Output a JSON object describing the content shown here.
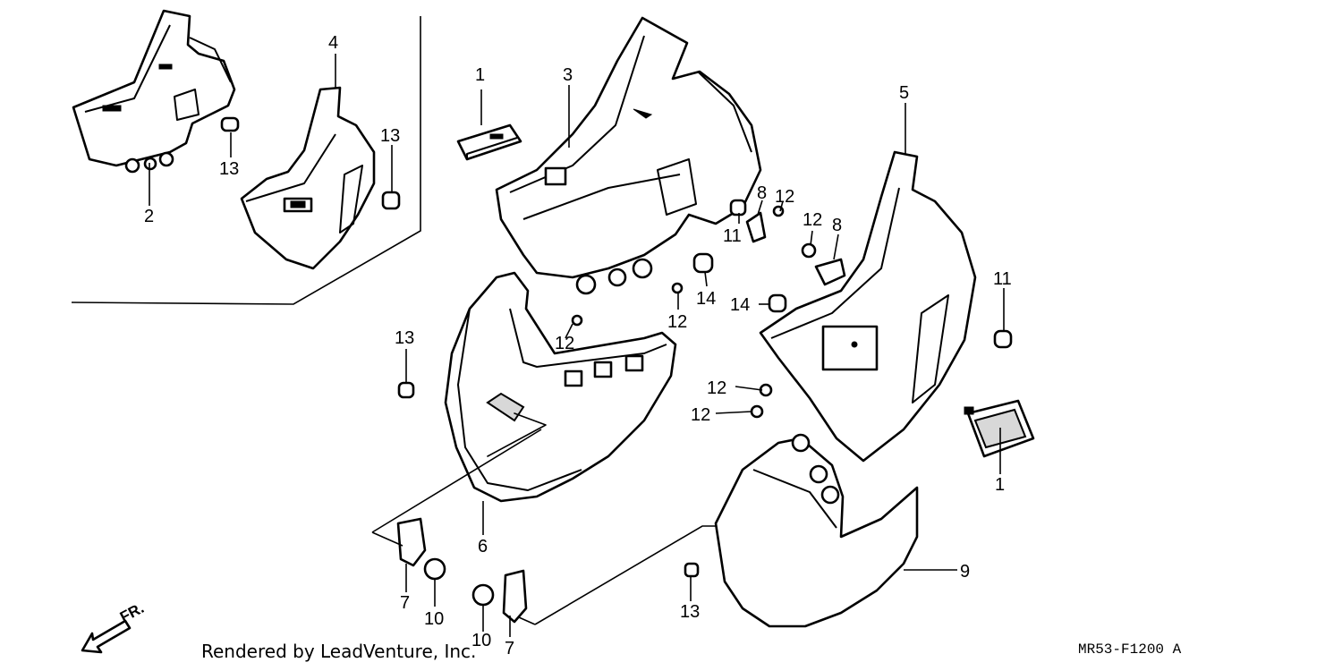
{
  "diagram": {
    "credit": "Rendered by LeadVenture, Inc.",
    "code": "MR53-F1200 A",
    "front_arrow_label": "FR.",
    "callouts": [
      {
        "id": "c1a",
        "label": "1"
      },
      {
        "id": "c1b",
        "label": "1"
      },
      {
        "id": "c2",
        "label": "2"
      },
      {
        "id": "c3",
        "label": "3"
      },
      {
        "id": "c4",
        "label": "4"
      },
      {
        "id": "c5",
        "label": "5"
      },
      {
        "id": "c6",
        "label": "6"
      },
      {
        "id": "c7a",
        "label": "7"
      },
      {
        "id": "c7b",
        "label": "7"
      },
      {
        "id": "c8a",
        "label": "8"
      },
      {
        "id": "c8b",
        "label": "8"
      },
      {
        "id": "c9",
        "label": "9"
      },
      {
        "id": "c10a",
        "label": "10"
      },
      {
        "id": "c10b",
        "label": "10"
      },
      {
        "id": "c11a",
        "label": "11"
      },
      {
        "id": "c11b",
        "label": "11"
      },
      {
        "id": "c12a",
        "label": "12"
      },
      {
        "id": "c12b",
        "label": "12"
      },
      {
        "id": "c12c",
        "label": "12"
      },
      {
        "id": "c12d",
        "label": "12"
      },
      {
        "id": "c12e",
        "label": "12"
      },
      {
        "id": "c12f",
        "label": "12"
      },
      {
        "id": "c13a",
        "label": "13"
      },
      {
        "id": "c13b",
        "label": "13"
      },
      {
        "id": "c13c",
        "label": "13"
      },
      {
        "id": "c13d",
        "label": "13"
      },
      {
        "id": "c14a",
        "label": "14"
      },
      {
        "id": "c14b",
        "label": "14"
      }
    ]
  }
}
